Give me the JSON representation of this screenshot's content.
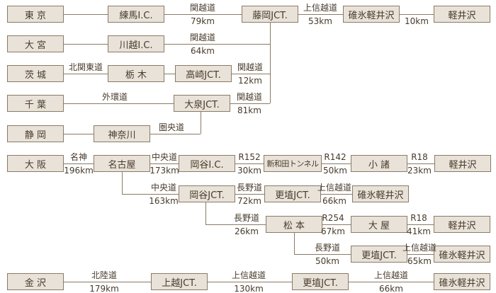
{
  "colors": {
    "background": "#ffffff",
    "box_fill": "#e9e2d9",
    "box_border": "#8a7a66",
    "line": "#8a7a66",
    "text": "#473a2a"
  },
  "nodes": [
    {
      "label": "東 京"
    },
    {
      "label": "練馬I.C."
    },
    {
      "label": "藤岡JCT."
    },
    {
      "label": "碓氷軽井沢"
    },
    {
      "label": "軽井沢"
    },
    {
      "label": "大 宮"
    },
    {
      "label": "川越I.C."
    },
    {
      "label": "茨 城"
    },
    {
      "label": "栃 木"
    },
    {
      "label": "高崎JCT."
    },
    {
      "label": "千 葉"
    },
    {
      "label": "大泉JCT."
    },
    {
      "label": "静 岡"
    },
    {
      "label": "神奈川"
    },
    {
      "label": "大 阪"
    },
    {
      "label": "名古屋"
    },
    {
      "label": "岡谷I.C."
    },
    {
      "label": "新和田トンネル"
    },
    {
      "label": "小 諸"
    },
    {
      "label": "軽井沢"
    },
    {
      "label": "岡谷JCT."
    },
    {
      "label": "更埴JCT."
    },
    {
      "label": "碓氷軽井沢"
    },
    {
      "label": "松 本"
    },
    {
      "label": "大 屋"
    },
    {
      "label": "軽井沢"
    },
    {
      "label": "更埴JCT."
    },
    {
      "label": "碓氷軽井沢"
    },
    {
      "label": "金 沢"
    },
    {
      "label": "上越JCT."
    },
    {
      "label": "更埴JCT."
    },
    {
      "label": "碓氷軽井沢"
    }
  ],
  "labels": [
    {
      "road": "関越道",
      "dist": "79km"
    },
    {
      "road": "上信越道",
      "dist": "53km"
    },
    {
      "road": "",
      "dist": "10km"
    },
    {
      "road": "関越道",
      "dist": "64km"
    },
    {
      "road": "北関東道",
      "dist": ""
    },
    {
      "road": "関越道",
      "dist": "12km"
    },
    {
      "road": "外環道",
      "dist": ""
    },
    {
      "road": "関越道",
      "dist": "81km"
    },
    {
      "road": "圏央道",
      "dist": ""
    },
    {
      "road": "名神",
      "dist": "196km"
    },
    {
      "road": "中央道",
      "dist": "173km"
    },
    {
      "road": "R152",
      "dist": "30km"
    },
    {
      "road": "R142",
      "dist": "50km"
    },
    {
      "road": "R18",
      "dist": "23km"
    },
    {
      "road": "中央道",
      "dist": "163km"
    },
    {
      "road": "長野道",
      "dist": "72km"
    },
    {
      "road": "上信越道",
      "dist": "66km"
    },
    {
      "road": "長野道",
      "dist": "26km"
    },
    {
      "road": "R254",
      "dist": "67km"
    },
    {
      "road": "R18",
      "dist": "41km"
    },
    {
      "road": "長野道",
      "dist": "50km"
    },
    {
      "road": "上信越道",
      "dist": "65km"
    },
    {
      "road": "北陸道",
      "dist": "179km"
    },
    {
      "road": "上信越道",
      "dist": "130km"
    },
    {
      "road": "上信越道",
      "dist": "66km"
    }
  ]
}
